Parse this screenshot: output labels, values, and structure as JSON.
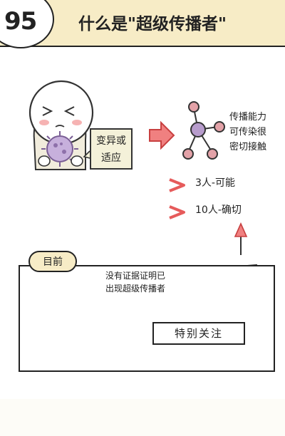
{
  "header": {
    "number": "95",
    "title": "什么是\"超级传播者\""
  },
  "top_section": {
    "symptom_label_line1": "变异或",
    "symptom_label_line2": "适应",
    "spread_note_line1": "传播能力",
    "spread_note_line2": "可传染很",
    "spread_note_line3": "密切接触",
    "level_possible": "3人-可能",
    "level_confirmed": "10人-确切"
  },
  "bottom_section": {
    "tag": "目前",
    "evidence_line1": "没有证据证明已",
    "evidence_line2": "出现超级传播者",
    "attention": "特别关注"
  },
  "colors": {
    "header_bg": "#f7ecc6",
    "virus_purple": "#b79ccc",
    "arrow_red": "#e65b5b",
    "label_paper": "#f4f1d9",
    "virus_core_blue": "#7fc7dc"
  }
}
